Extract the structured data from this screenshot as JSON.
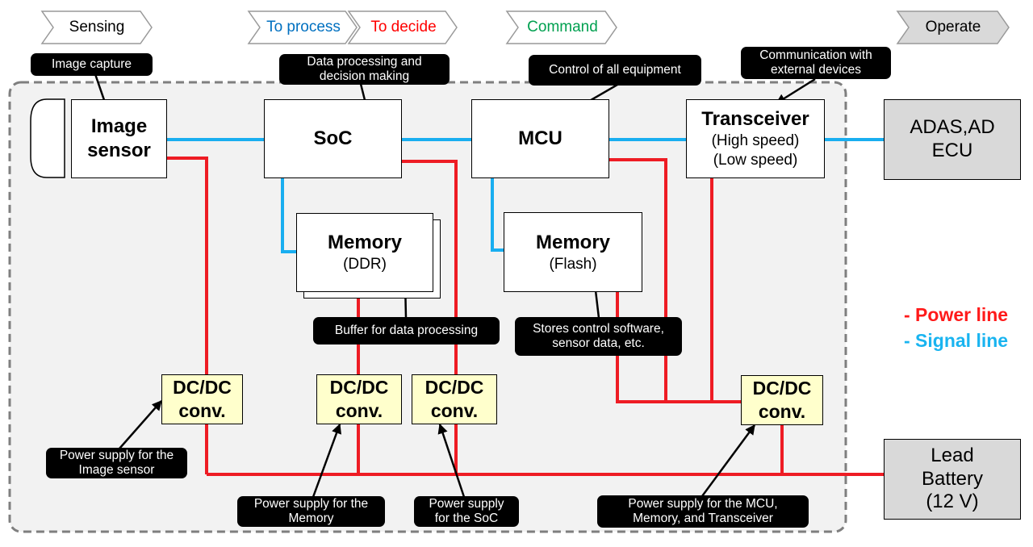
{
  "stages": [
    {
      "label": "Sensing",
      "color": "#000000"
    },
    {
      "label": "To process",
      "color": "#0070c0"
    },
    {
      "label": "To decide",
      "color": "#ff0000"
    },
    {
      "label": "Command",
      "color": "#00a050"
    },
    {
      "label": "Operate",
      "color": "#000000"
    }
  ],
  "blocks": {
    "image_sensor": {
      "line1": "Image",
      "line2": "sensor"
    },
    "soc": {
      "label": "SoC"
    },
    "mcu": {
      "label": "MCU"
    },
    "transceiver": {
      "title": "Transceiver",
      "line1": "(High speed)",
      "line2": "(Low speed)"
    },
    "memory_ddr": {
      "title": "Memory",
      "sub": "(DDR)"
    },
    "memory_flash": {
      "title": "Memory",
      "sub": "(Flash)"
    },
    "dcdc_label": {
      "line1": "DC/DC",
      "line2": "conv."
    },
    "adas_ecu": {
      "line1": "ADAS,AD",
      "line2": "ECU"
    },
    "lead_battery": {
      "line1": "Lead",
      "line2": "Battery",
      "line3": "(12 V)"
    }
  },
  "callouts": {
    "image_capture": [
      "Image capture"
    ],
    "data_processing": [
      "Data processing and",
      "decision making"
    ],
    "control_all": [
      "Control of all equipment"
    ],
    "communication": [
      "Communication with",
      "external devices"
    ],
    "buffer": [
      "Buffer for data processing"
    ],
    "stores_control": [
      "Stores control software,",
      "sensor data, etc."
    ],
    "ps_image_sensor": [
      "Power supply for the",
      "Image sensor"
    ],
    "ps_memory": [
      "Power supply for the",
      "Memory"
    ],
    "ps_soc": [
      "Power supply",
      "for the SoC"
    ],
    "ps_mcu": [
      "Power supply for the MCU,",
      "Memory, and Transceiver"
    ]
  },
  "legend": {
    "power": {
      "label": "- Power line",
      "color": "#ff1a1a"
    },
    "signal": {
      "label": "- Signal line",
      "color": "#19b4f0"
    }
  },
  "colors": {
    "power_line": "#ee1c24",
    "signal_line": "#19aef0",
    "dcdc_fill": "#ffffcc",
    "ecu_fill": "#d9d9d9",
    "panel_fill": "#f2f2f2"
  }
}
